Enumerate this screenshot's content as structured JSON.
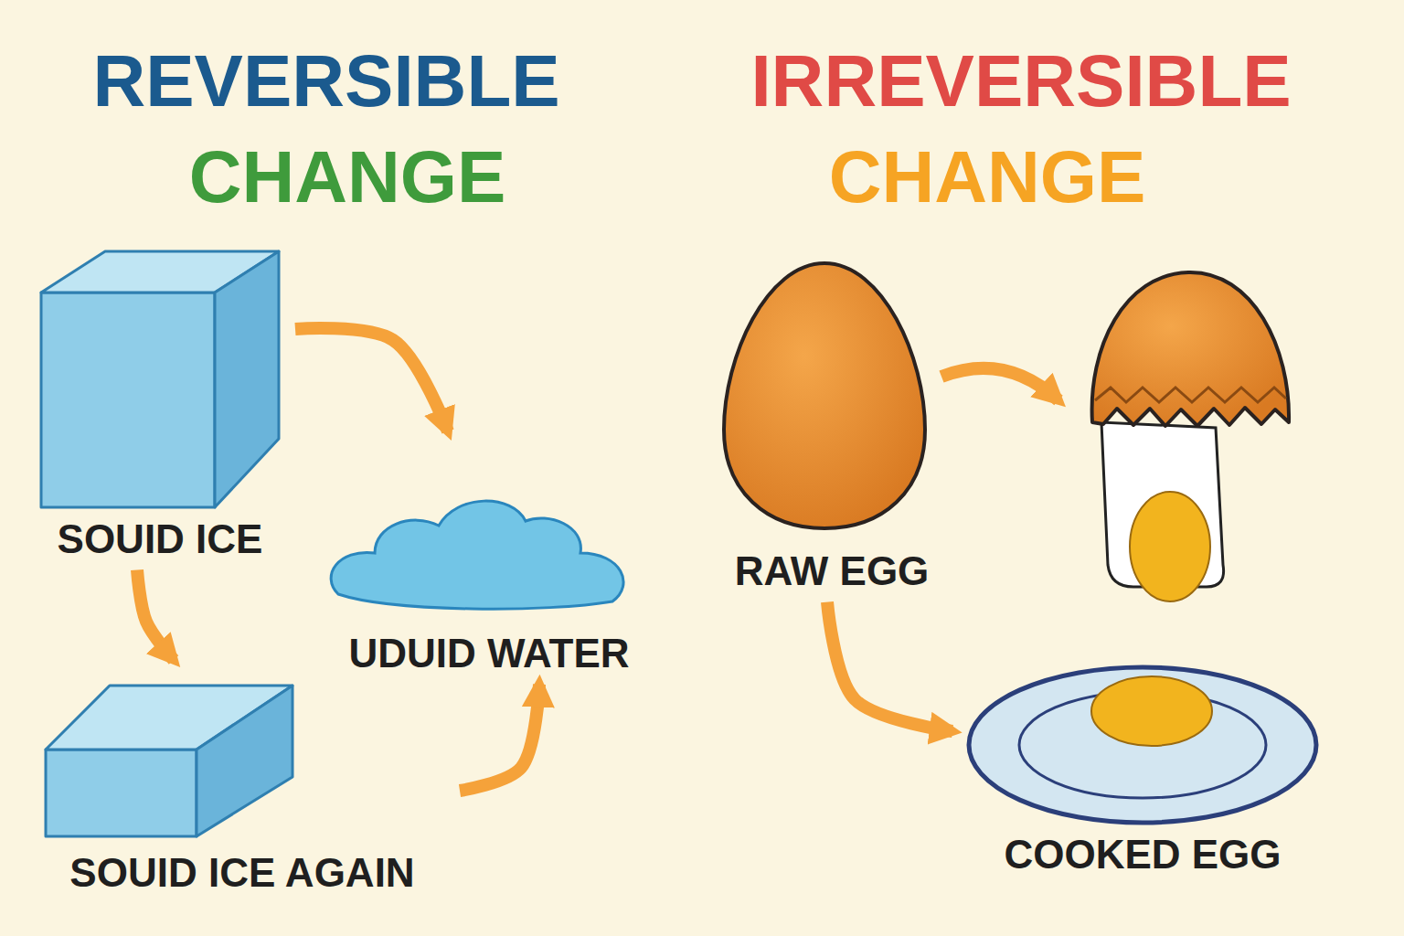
{
  "diagram": {
    "nodes": [
      {
        "text": [
          "SOUID ICE"
        ]
      },
      {
        "text": [
          "UDUID WATER"
        ]
      },
      {
        "text": [
          "SOUID ICE AGAIN"
        ]
      },
      {
        "text": [
          "RAW EGG"
        ]
      },
      {
        "text": [
          "COOKED EGG"
        ]
      }
    ],
    "edges": [
      {
        "from": 0,
        "to": 1,
        "arrow": "to"
      },
      {
        "from": 0,
        "to": 2,
        "arrow": "to"
      },
      {
        "from": 2,
        "to": 1,
        "arrow": "to"
      },
      {
        "from": 3,
        "to": 4,
        "arrow": "to"
      }
    ],
    "labels": [
      "REVERSIBLE",
      "CHANGE",
      "IRREVERSIBLE",
      "CHANGE"
    ]
  }
}
